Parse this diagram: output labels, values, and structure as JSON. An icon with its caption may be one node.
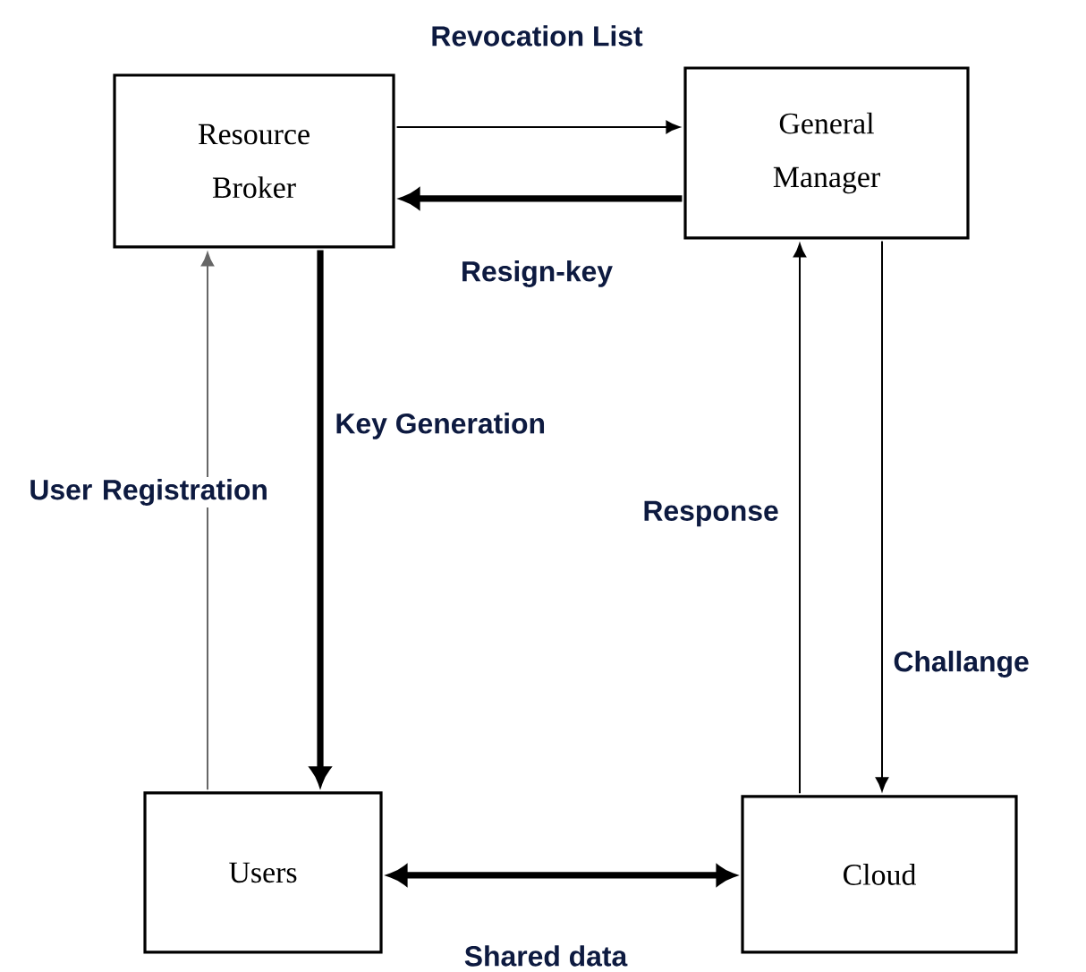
{
  "diagram": {
    "nodes": [
      {
        "text": [
          "Resource Broker"
        ]
      },
      {
        "text": [
          "General Manager"
        ]
      },
      {
        "text": [
          "Users"
        ]
      },
      {
        "text": [
          "Cloud"
        ]
      }
    ],
    "edges": [
      {
        "from": 0,
        "to": 1,
        "arrow": "to",
        "label": "Revocation List"
      },
      {
        "from": 1,
        "to": 0,
        "arrow": "to",
        "label": "Resign-key",
        "style": "thick"
      },
      {
        "from": 2,
        "to": 0,
        "arrow": "to",
        "label": "User Registration",
        "color": "#666666"
      },
      {
        "from": 0,
        "to": 2,
        "arrow": "to",
        "label": "Key Generation",
        "style": "thick"
      },
      {
        "from": 3,
        "to": 1,
        "arrow": "to",
        "label": "Response"
      },
      {
        "from": 1,
        "to": 3,
        "arrow": "to",
        "label": "Challange"
      },
      {
        "from": 2,
        "to": 3,
        "arrow": "both",
        "label": "Shared data",
        "style": "thick"
      }
    ]
  }
}
